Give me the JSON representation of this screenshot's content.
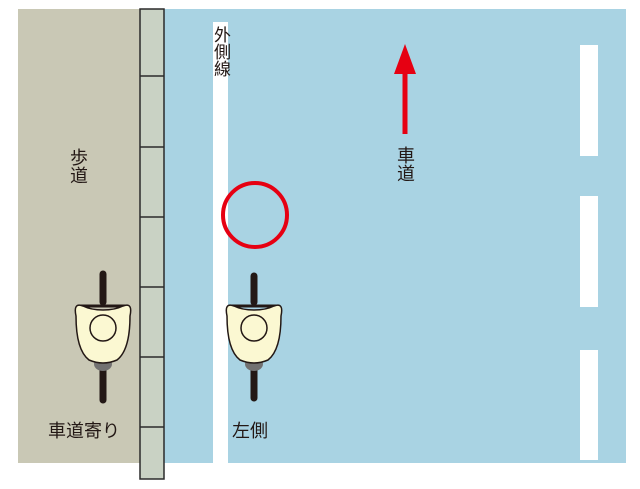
{
  "colors": {
    "sidewalk": "#c9c8b5",
    "road": "#a9d3e3",
    "curb_fill": "#c9d2c4",
    "curb_line": "#2b2b2b",
    "lane_line": "#ffffff",
    "arrow": "#e60012",
    "circle": "#e60012",
    "rider_body": "#fbf8d2",
    "rider_outline": "#231815",
    "text": "#231815"
  },
  "labels": {
    "sidewalk": "歩道",
    "outer_line": "外側線",
    "roadway": "車道",
    "rider_near_road": "車道寄り",
    "rider_left": "左側"
  },
  "icons": {
    "direction": "up-arrow-icon",
    "target_marker": "circle-icon",
    "rider": "bicycle-rider-icon"
  }
}
